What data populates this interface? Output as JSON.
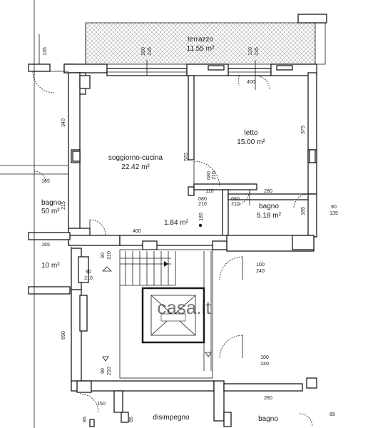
{
  "rooms": {
    "terrazzo": {
      "name": "terrazzo",
      "area": "11.55 m²"
    },
    "soggiorno": {
      "name": "soggiorno-cucina",
      "area": "22.42 m²"
    },
    "letto": {
      "name": "letto",
      "area": "15.00 m²"
    },
    "bagno": {
      "name": "bagno",
      "area": "5.18 m²"
    },
    "disimpegno": {
      "area": "1.84 m²"
    },
    "left_bagno": {
      "name": "bagno",
      "area": "50 m²"
    },
    "left_area2": {
      "area": "10 m²"
    },
    "bottom_disimpegno": {
      "name": "disimpegno"
    },
    "bottom_bagno": {
      "name": "bagno"
    }
  },
  "dimensions": {
    "d135": "135",
    "d280a": "280",
    "d235a": "235",
    "d120": "120",
    "d235b": "235",
    "d400a": "400",
    "d340": "340",
    "d375": "375",
    "d570": "570",
    "d080a": "080",
    "d210a": "210",
    "d110": "110",
    "d280b": "280",
    "d080b": "080",
    "d210b": "210",
    "d080c": "080",
    "d210c": "210",
    "d185a": "185",
    "d185b": "185",
    "d80": "80",
    "d135b": "135",
    "d165a": "165",
    "d215": "215",
    "d165b": "165",
    "d400b": "400",
    "d90a": "90",
    "d210d": "210",
    "d90b": "90",
    "d210e": "210",
    "d100a": "100",
    "d240a": "240",
    "d690": "690",
    "d100b": "100",
    "d240b": "240",
    "d90c": "90",
    "d210f": "210",
    "d150": "150",
    "d280c": "280",
    "d85a": "85",
    "d85b": "85",
    "d85c": "85"
  },
  "watermark": "casa.it"
}
